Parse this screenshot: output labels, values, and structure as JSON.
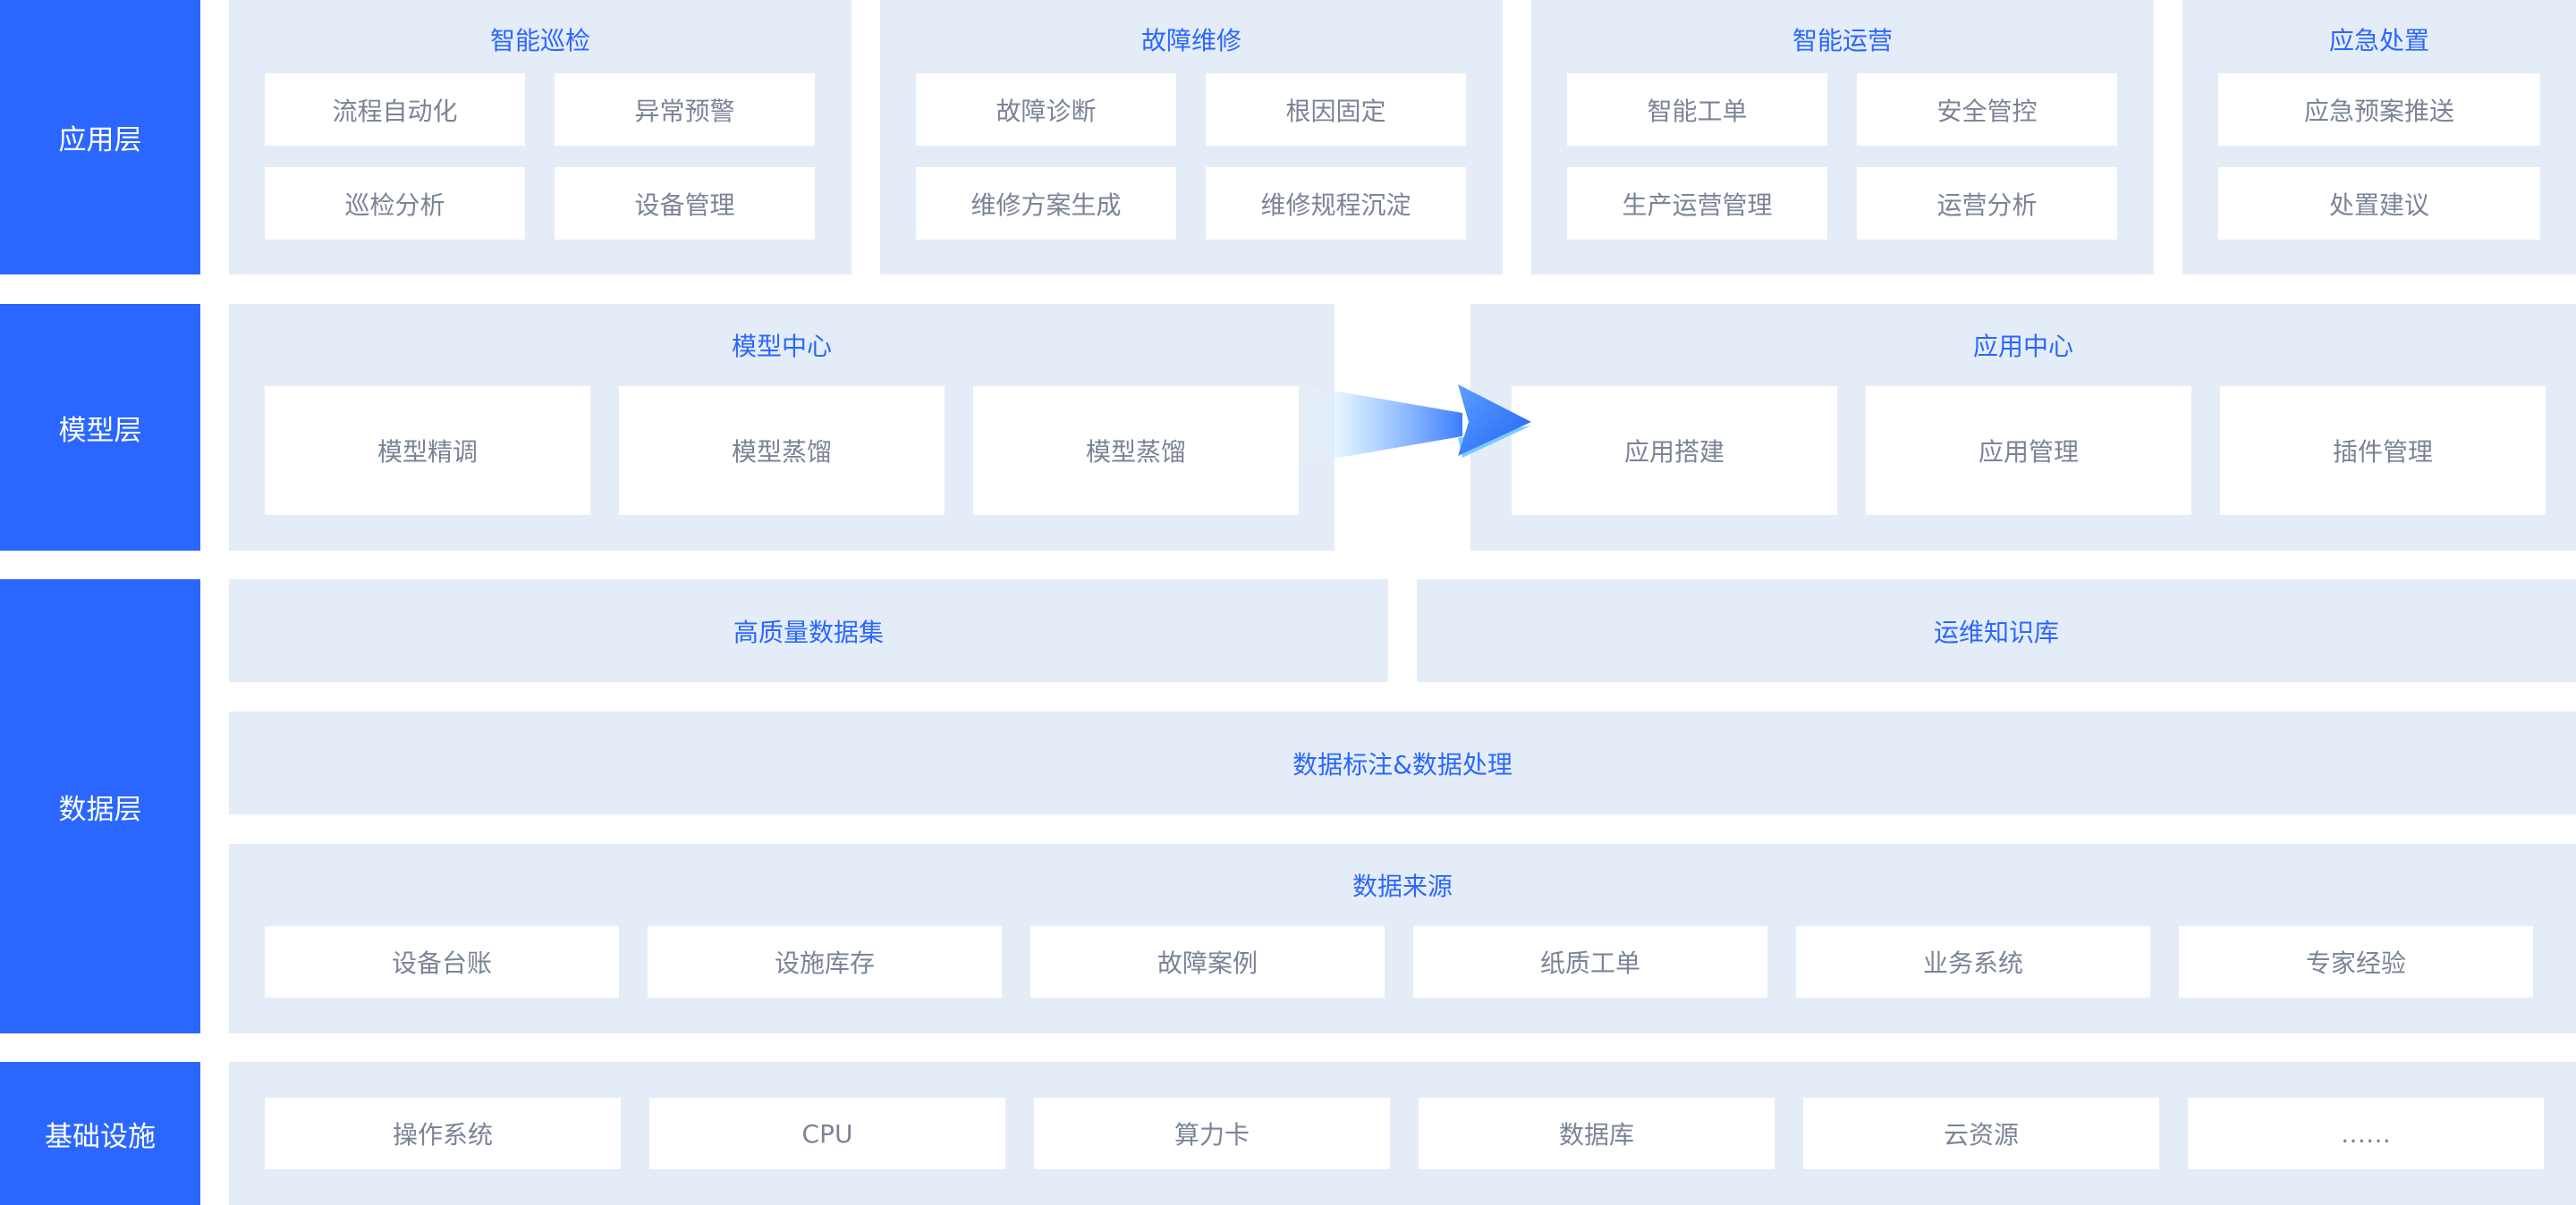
{
  "layers": {
    "app": "应用层",
    "model": "模型层",
    "data": "数据层",
    "infra": "基础设施"
  },
  "app_layer": {
    "groups": [
      {
        "title": "智能巡检",
        "items": [
          "流程自动化",
          "异常预警",
          "巡检分析",
          "设备管理"
        ]
      },
      {
        "title": "故障维修",
        "items": [
          "故障诊断",
          "根因固定",
          "维修方案生成",
          "维修规程沉淀"
        ]
      },
      {
        "title": "智能运营",
        "items": [
          "智能工单",
          "安全管控",
          "生产运营管理",
          "运营分析"
        ]
      },
      {
        "title": "应急处置",
        "items": [
          "应急预案推送",
          "处置建议"
        ]
      }
    ]
  },
  "model_layer": {
    "model_center": {
      "title": "模型中心",
      "items": [
        "模型精调",
        "模型蒸馏",
        "模型蒸馏"
      ]
    },
    "app_center": {
      "title": "应用中心",
      "items": [
        "应用搭建",
        "应用管理",
        "插件管理"
      ]
    }
  },
  "data_layer": {
    "dataset": "高质量数据集",
    "knowledge": "运维知识库",
    "processing": "数据标注&数据处理",
    "sources": {
      "title": "数据来源",
      "items": [
        "设备台账",
        "设施库存",
        "故障案例",
        "纸质工单",
        "业务系统",
        "专家经验"
      ]
    }
  },
  "infra_layer": {
    "items": [
      "操作系统",
      "CPU",
      "算力卡",
      "数据库",
      "云资源",
      "……"
    ]
  },
  "colors": {
    "accent": "#2b67ff",
    "panel": "#e4ecf7",
    "box_text": "#7a8496"
  }
}
